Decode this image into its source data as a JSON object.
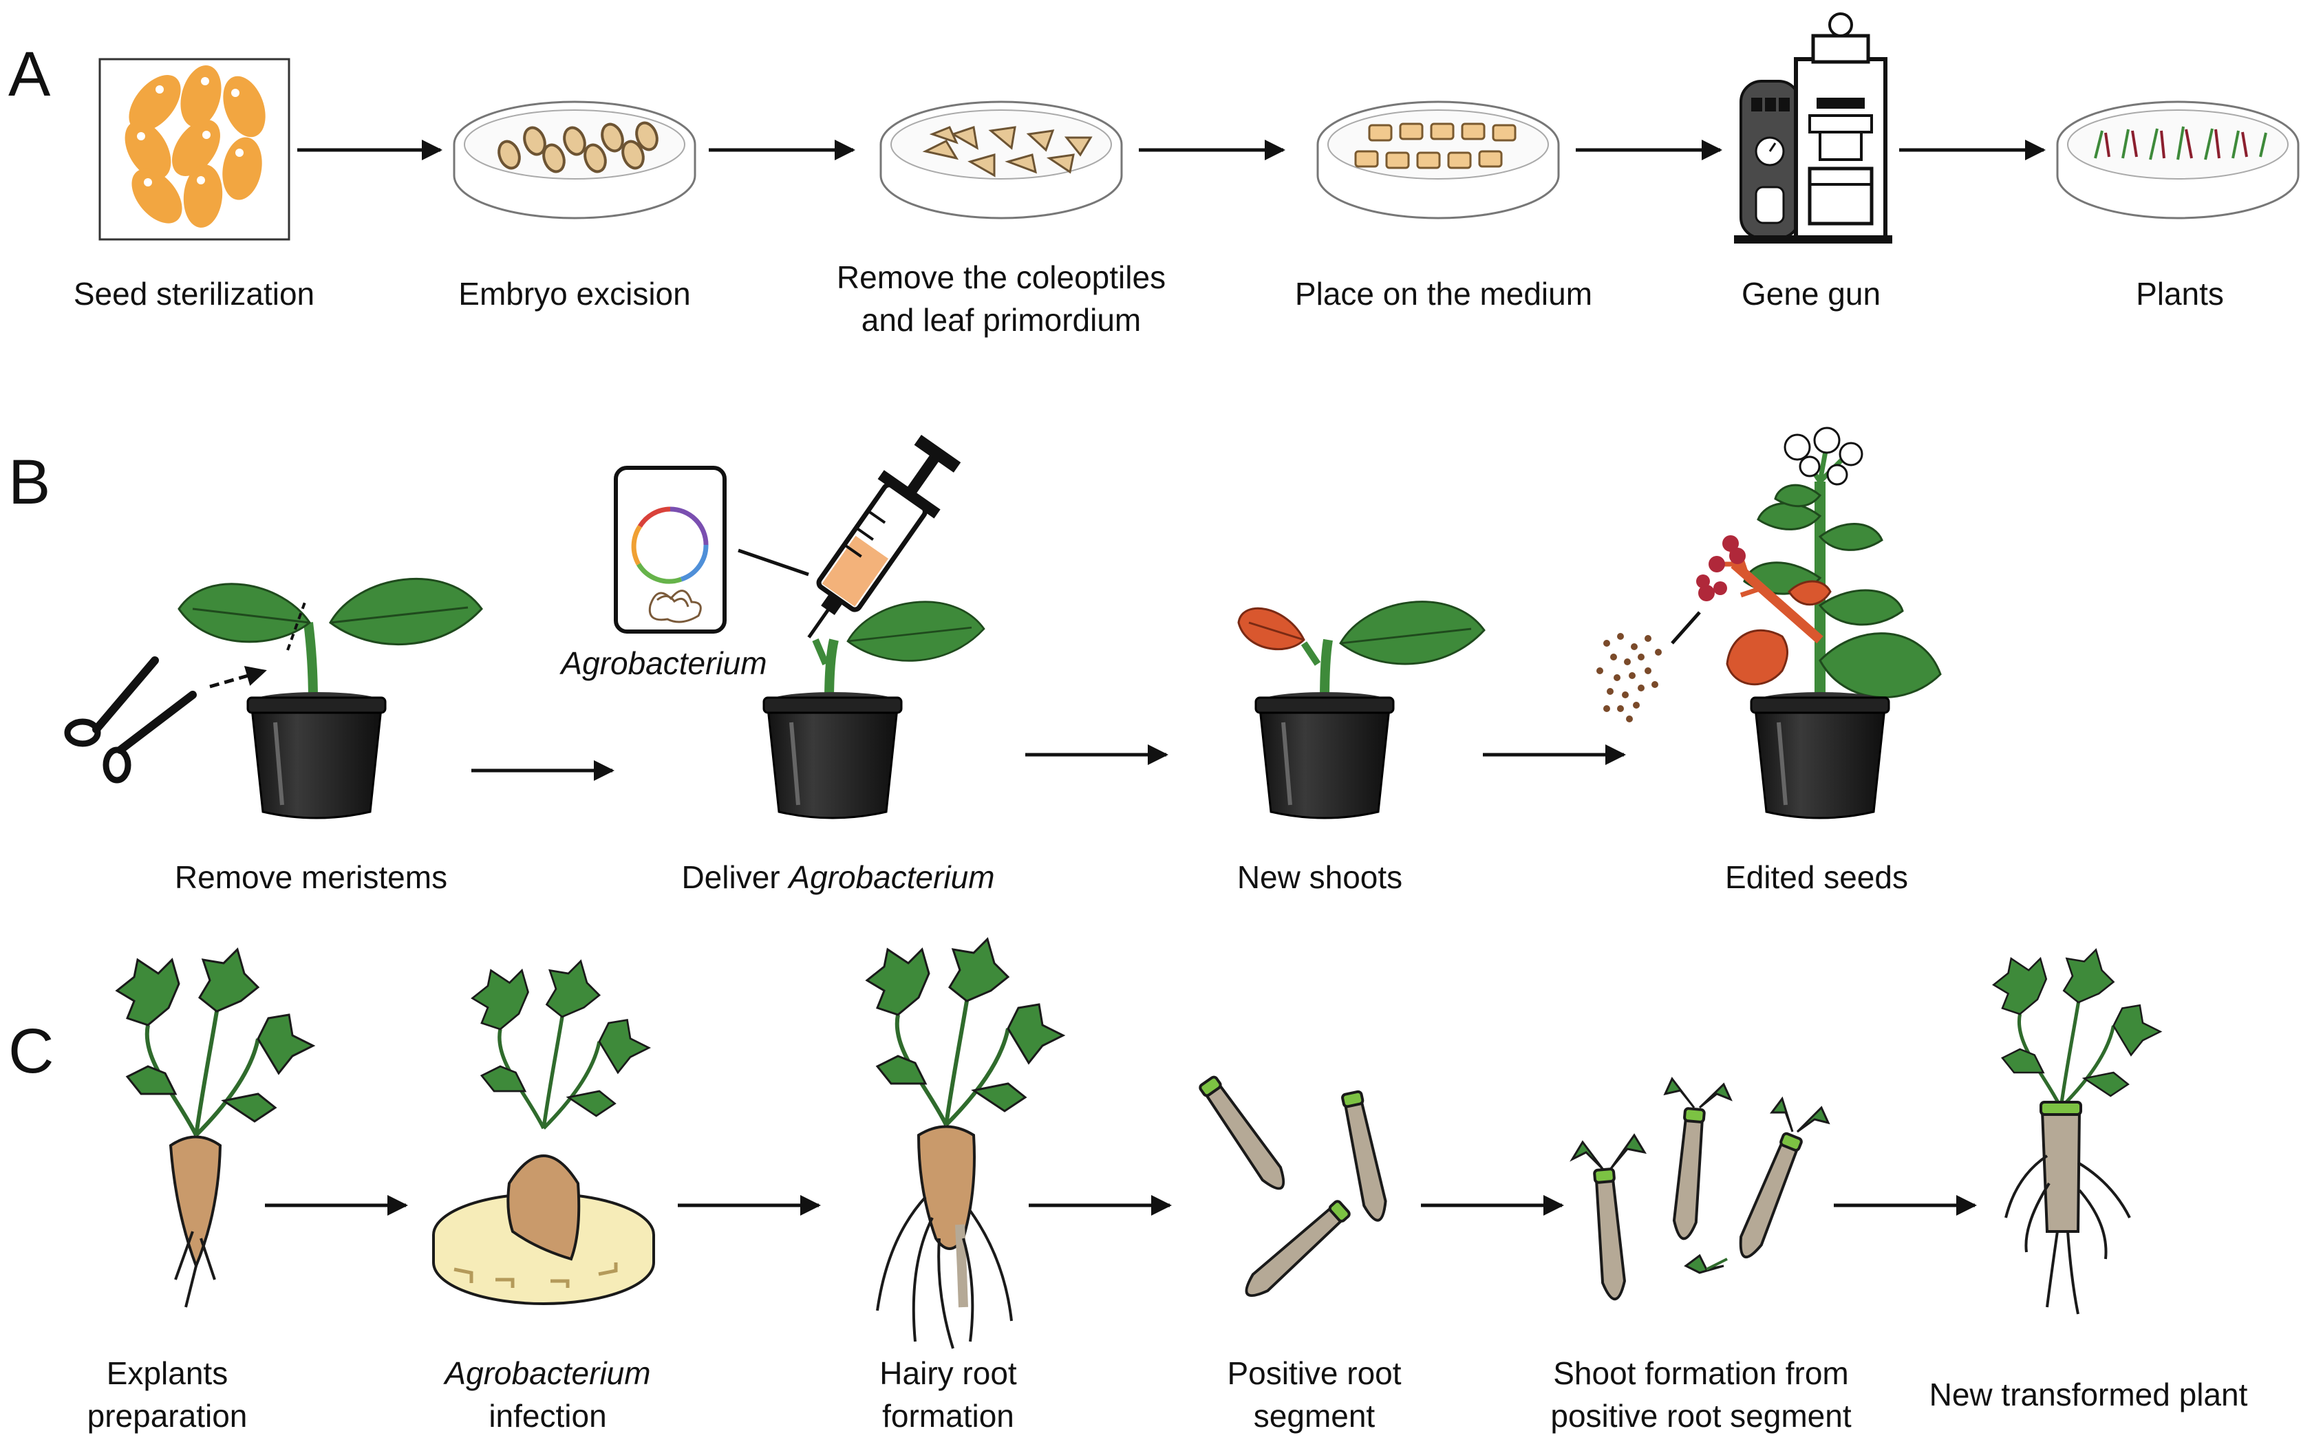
{
  "panels": {
    "a": {
      "letter": "A",
      "steps": [
        {
          "label": "Seed sterilization"
        },
        {
          "label": "Embryo excision"
        },
        {
          "label_line1": "Remove the coleoptiles",
          "label_line2": "and leaf primordium"
        },
        {
          "label": "Place on the medium"
        },
        {
          "label": "Gene gun"
        },
        {
          "label": "Plants"
        }
      ]
    },
    "b": {
      "letter": "B",
      "annotation": "Agrobacterium",
      "steps": [
        {
          "label": "Remove meristems"
        },
        {
          "label_plain": "Deliver ",
          "label_italic": "Agrobacterium"
        },
        {
          "label": "New shoots"
        },
        {
          "label": "Edited seeds"
        }
      ]
    },
    "c": {
      "letter": "C",
      "steps": [
        {
          "label_line1": "Explants",
          "label_line2": "preparation"
        },
        {
          "label_line1": "Agrobacterium",
          "label_line2": "infection"
        },
        {
          "label_line1": "Hairy root",
          "label_line2": "formation"
        },
        {
          "label_line1": "Positive root",
          "label_line2": "segment"
        },
        {
          "label_line1": "Shoot formation from",
          "label_line2": "positive root segment"
        },
        {
          "label": "New transformed plant"
        }
      ]
    }
  },
  "colors": {
    "seed_orange": "#f2a641",
    "leaf_green": "#3e8a3a",
    "leaf_dark": "#2f6b2c",
    "pot_black": "#1c1c1c",
    "root_tan": "#c99a6b",
    "root_gray": "#b5a996",
    "new_leaf_red": "#d9572e",
    "flower_red": "#b0283a",
    "dish_medium": "#f6ecb8",
    "bright_green": "#7cc243"
  }
}
